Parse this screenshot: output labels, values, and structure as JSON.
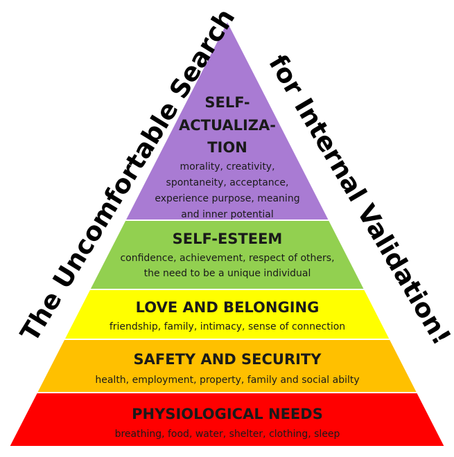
{
  "side_left": "The Uncomfortable Search",
  "side_right": "for Internal Validation!",
  "tiers": [
    {
      "title_lines": [
        "SELF-",
        "ACTUALIZA-",
        "TION"
      ],
      "desc_lines": [
        "morality, creativity,",
        "spontaneity, acceptance,",
        "experience purpose, meaning",
        "and inner potential"
      ],
      "color": "#a97bd3"
    },
    {
      "title_lines": [
        "SELF-ESTEEM"
      ],
      "desc_lines": [
        "confidence, achievement, respect of others,",
        "the need to be a unique individual"
      ],
      "color": "#92d050"
    },
    {
      "title_lines": [
        "LOVE AND BELONGING"
      ],
      "desc_lines": [
        "friendship, family, intimacy, sense of connection"
      ],
      "color": "#ffff00"
    },
    {
      "title_lines": [
        "SAFETY AND SECURITY"
      ],
      "desc_lines": [
        "health, employment, property, family and social abilty"
      ],
      "color": "#ffc000"
    },
    {
      "title_lines": [
        "PHYSIOLOGICAL NEEDS"
      ],
      "desc_lines": [
        "breathing, food, water, shelter, clothing, sleep"
      ],
      "color": "#ff0000"
    }
  ]
}
